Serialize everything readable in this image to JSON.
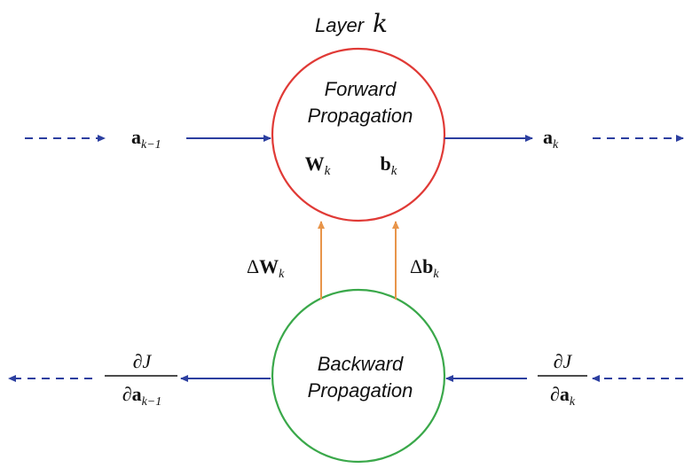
{
  "title": {
    "text": "Layer",
    "var": "k"
  },
  "forward_node": {
    "line1": "Forward",
    "line2": "Propagation",
    "param_w": {
      "base": "W",
      "sub": "k"
    },
    "param_b": {
      "base": "b",
      "sub": "k"
    },
    "stroke": "#e03a36"
  },
  "backward_node": {
    "line1": "Backward",
    "line2": "Propagation",
    "stroke": "#3aa84a"
  },
  "input_activation": {
    "base": "a",
    "sub": "k−1"
  },
  "output_activation": {
    "base": "a",
    "sub": "k"
  },
  "gradient_w": {
    "delta": "Δ",
    "base": "W",
    "sub": "k"
  },
  "gradient_b": {
    "delta": "Δ",
    "base": "b",
    "sub": "k"
  },
  "grad_in": {
    "num_partial": "∂",
    "num_var": "J",
    "den_partial": "∂",
    "den_base": "a",
    "den_sub": "k"
  },
  "grad_out": {
    "num_partial": "∂",
    "num_var": "J",
    "den_partial": "∂",
    "den_base": "a",
    "den_sub": "k−1"
  },
  "colors": {
    "arrow_blue": "#2c3fa0",
    "arrow_orange": "#e8954a",
    "text": "#111111"
  }
}
